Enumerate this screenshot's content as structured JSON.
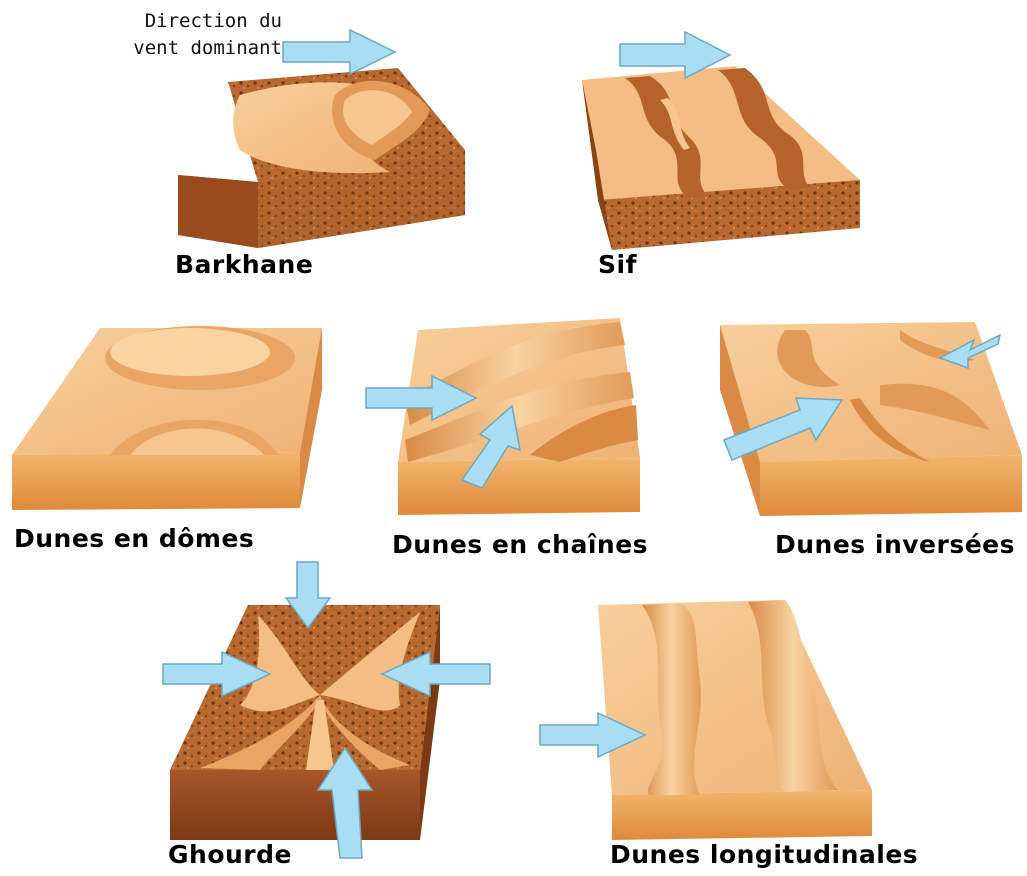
{
  "legend": {
    "line1": "Direction du",
    "line2": "vent dominant"
  },
  "labels": {
    "barkhane": "Barkhane",
    "sif": "Sif",
    "domes": "Dunes en dômes",
    "chaines": "Dunes en chaînes",
    "inversees": "Dunes inversées",
    "ghourde": "Ghourde",
    "longitudinales": "Dunes longitudinales"
  },
  "colors": {
    "sand_light": "#f6c58f",
    "sand_mid": "#eaa463",
    "sand_dark": "#c8752f",
    "rock_dark": "#8a4316",
    "rock_mid": "#b5632a",
    "arrow_fill": "#a9def2",
    "arrow_stroke": "#6aa9c4"
  }
}
